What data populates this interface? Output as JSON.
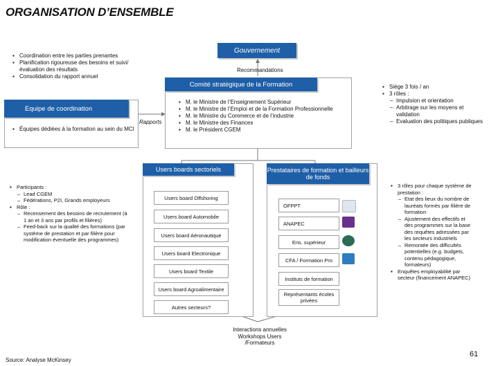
{
  "title": "ORGANISATION D’ENSEMBLE",
  "gouvernement": "Gouvernement",
  "recommandations": "Recommandations",
  "rapports": "Rapports",
  "top_left_bullets": [
    "Coordination entre les parties prenantes",
    "Planification rigoureuse des besoins et suivi/évaluation des résultats",
    "Consolidation du rapport annuel"
  ],
  "comite": {
    "label": "Comité stratégique de la Formation",
    "members": [
      "M. le Ministre de l’Enseignement Supérieur",
      "M. le Ministre de l’Emploi et de la Formation Professionnelle",
      "M. le Ministre du Commerce et de l’industrie",
      "M. le Ministre des Finances",
      "M. le Président CGEM"
    ]
  },
  "right_top": {
    "bullet1": "Siège 3 fois / an",
    "bullet2": "3 rôles :",
    "roles": [
      "Impulsion et orientation",
      "Arbitrage sur les moyens et validation",
      "Evaluation des politiques publiques"
    ]
  },
  "coordination": {
    "label": "Equipe de coordination",
    "bullet": "Équipes dédiées à la formation au sein du MCI"
  },
  "users_boards": {
    "label": "Users boards sectoriels",
    "items": [
      "Users board Offshoring",
      "Users board Automobile",
      "Users board Aéronautique",
      "Users board Electronique",
      "Users board Textile",
      "Users board Agroalimentaire",
      "Autres secteurs?"
    ]
  },
  "prestataires": {
    "label": "Prestataires de formation et bailleurs de fonds",
    "items": [
      "OFPPT",
      "ANAPEC",
      "Ens. supérieur",
      "CFA / Formation Pro",
      "Instituts de formation",
      "Représentants écoles privées"
    ]
  },
  "left_bottom": {
    "participants_title": "Participants :",
    "participants": [
      "Lead CGEM",
      "Fédérations, P2I, Grands employeurs"
    ],
    "role_title": "Rôle :",
    "roles": [
      "Recensement des besoins de recrutement (à 1 an et 3 ans par profils et filières)",
      "Feed-back sur la qualité des formations (par système de prestation et par filière pour modification éventuelle des programmes)"
    ]
  },
  "right_bottom": {
    "bullet1": "3 rôles pour chaque système de prestation :",
    "roles": [
      "Etat des lieux du nombre de lauréats formés par filière de formation",
      "Ajustement des effectifs et des programmes sur la base des requêtes adressées par les secteurs industriels",
      "Remontée des difficultés potentielles (e.g. budgets, contenu pédagogique, formateurs)"
    ],
    "bullet2": "Enquêtes employabilité par secteur (financement ANAPEC)"
  },
  "interactions": "Interactions annuelles Workshops Users /Formateurs",
  "source": "Source:   Analyse McKinsey",
  "page_number": "61",
  "colors": {
    "accent_blue": "#1f5fa8"
  }
}
